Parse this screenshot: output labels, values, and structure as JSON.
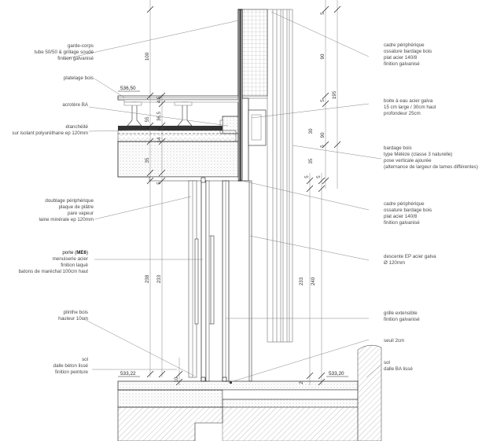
{
  "labels_left": [
    {
      "id": "garde-corps",
      "lines": [
        "garde-corps",
        "tube 50/50 & grillage soudé",
        "finition galvanisé"
      ]
    },
    {
      "id": "platelage",
      "lines": [
        "platelage bois"
      ]
    },
    {
      "id": "acrotere",
      "lines": [
        "acrotère BA"
      ]
    },
    {
      "id": "etancheite",
      "lines": [
        "étanchéité",
        "sur isolant polyuréthane ep 120mm"
      ]
    },
    {
      "id": "doublage",
      "lines": [
        "doublage périphérique",
        "plaque de plâtre",
        "pare vapeur",
        "laine minérale ep 120mm"
      ]
    },
    {
      "id": "porte",
      "lines": [
        "porte (",
        "ME6",
        ")",
        "menuiserie acier",
        "finition laqué",
        "batons de maréchal 100cm haut"
      ]
    },
    {
      "id": "plinthe",
      "lines": [
        "plinthe bois",
        "hauteur 10cm"
      ]
    },
    {
      "id": "sol-int",
      "lines": [
        "sol",
        "dalle béton lissé",
        "finition peinture"
      ]
    }
  ],
  "labels_right": [
    {
      "id": "cadre1",
      "lines": [
        "cadre périphérique",
        "ossature bardage bois",
        "plat acier 140/8",
        "finition galvanisé"
      ]
    },
    {
      "id": "boite",
      "lines": [
        "boite à eau acier galva",
        "15 cm large / 30cm haut",
        "profondeur 25cm"
      ]
    },
    {
      "id": "bardage",
      "lines": [
        "bardage bois",
        "type Mélèze (classe 3 naturelle)",
        "pose verticale ajourée",
        "(alternance de largeur de lames différentes)"
      ]
    },
    {
      "id": "cadre2",
      "lines": [
        "cadre périphérique",
        "ossature bardage bois",
        "plat acier 140/8",
        "finition galvanisé"
      ]
    },
    {
      "id": "descente",
      "lines": [
        "descente EP acier galva",
        "Ø 120mm"
      ]
    },
    {
      "id": "grille",
      "lines": [
        "grille extensible",
        "finition galvanisé"
      ]
    },
    {
      "id": "seuil",
      "lines": [
        "seuil 2cm"
      ]
    },
    {
      "id": "sol-ext",
      "lines": [
        "sol",
        "dalle BA lissé"
      ]
    }
  ],
  "levels": {
    "top": "536,50",
    "int": "533,22",
    "ext": "533,20"
  },
  "dims": {
    "d100": "100",
    "d4_5": "4,5",
    "d36_5": "36,5",
    "d55": "55",
    "d14": "14",
    "d35a": "35",
    "d5a": "5",
    "d238": "238",
    "d233a": "233",
    "d10": "10",
    "d5b": "5",
    "d90a": "90",
    "d5c": "5",
    "d195": "195",
    "d30": "30",
    "d90b": "90",
    "d5d": "5",
    "d35b": "35",
    "d5e": "5",
    "d5f": "5",
    "d233b": "233",
    "d240": "240",
    "d2": "2"
  }
}
